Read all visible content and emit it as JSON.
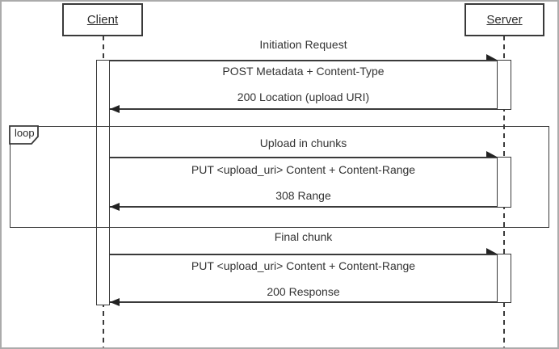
{
  "diagram": {
    "type": "uml-sequence",
    "actors": [
      {
        "name": "Client"
      },
      {
        "name": "Server"
      }
    ],
    "loop_frame": {
      "label": "loop"
    },
    "exchanges": [
      {
        "title": "Initiation Request",
        "request": "POST Metadata + Content-Type",
        "response": "200 Location (upload URI)",
        "in_loop": false
      },
      {
        "title": "Upload in chunks",
        "request": "PUT <upload_uri> Content + Content-Range",
        "response": "308 Range",
        "in_loop": true
      },
      {
        "title": "Final chunk",
        "request": "PUT <upload_uri> Content + Content-Range",
        "response": "200 Response",
        "in_loop": false
      }
    ],
    "colors": {
      "stroke": "#3a3a3a",
      "text": "#333333",
      "fill": "#ffffff",
      "outer_border": "#ababab"
    }
  }
}
